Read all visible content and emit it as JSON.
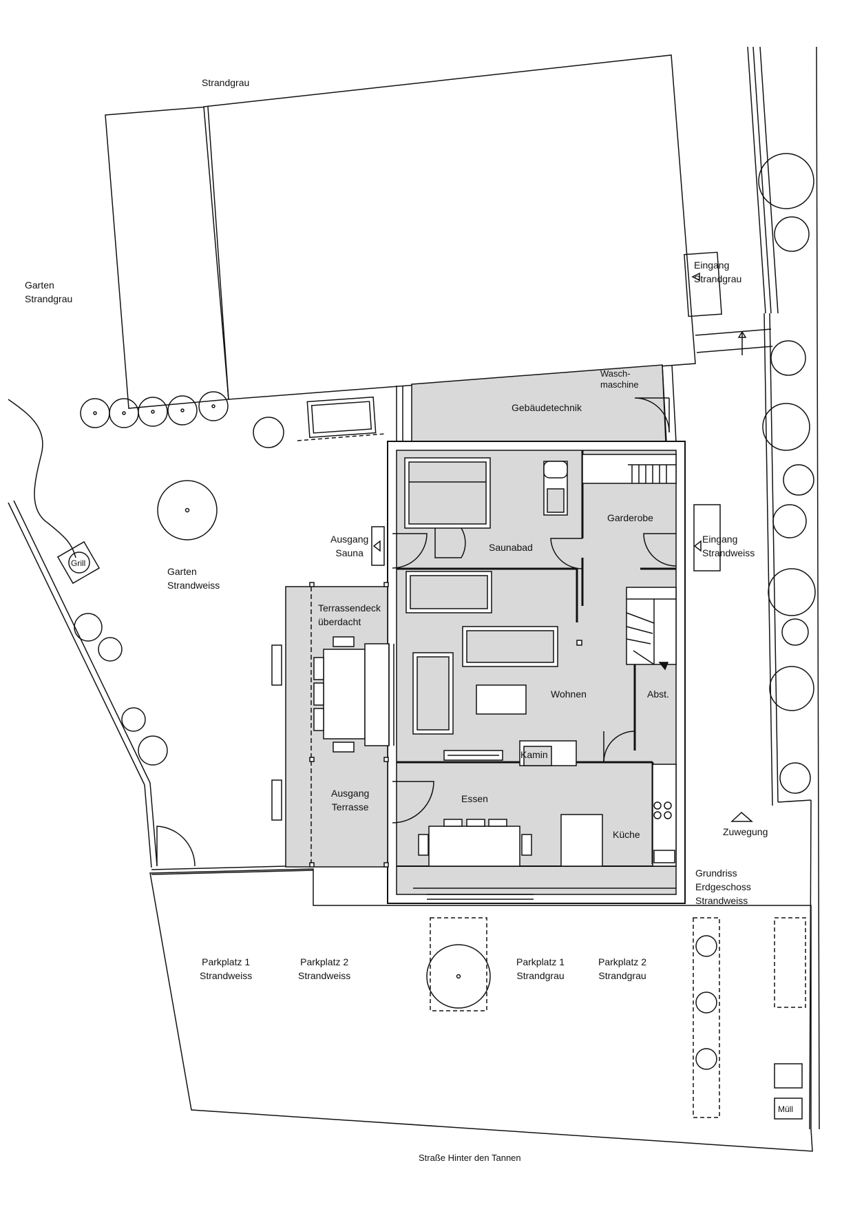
{
  "plan": {
    "title": [
      "Grundriss",
      "Erdgeschoss",
      "Strandweiss"
    ],
    "street": "Straße Hinter den Tannen",
    "neighbor": "Strandgrau",
    "garden_grau": [
      "Garten",
      "Strandgrau"
    ],
    "garden_weiss": [
      "Garten",
      "Strandweiss"
    ],
    "entrance_grau": [
      "Eingang",
      "Strandgrau"
    ],
    "entrance_weiss": [
      "Eingang",
      "Strandweiss"
    ],
    "exit_sauna": [
      "Ausgang",
      "Sauna"
    ],
    "exit_terrace": [
      "Ausgang",
      "Terrasse"
    ],
    "terrace": [
      "Terrassendeck",
      "überdacht"
    ],
    "rooms": {
      "gebaeudetechnik": "Gebäudetechnik",
      "waschmaschine": [
        "Wasch-",
        "maschine"
      ],
      "saunabad": "Saunabad",
      "garderobe": "Garderobe",
      "wohnen": "Wohnen",
      "abst": "Abst.",
      "kamin": "Kamin",
      "essen": "Essen",
      "kueche": "Küche"
    },
    "grill": "Grill",
    "zuwegung": "Zuwegung",
    "muell": "Müll",
    "parking": [
      [
        "Parkplatz 1",
        "Strandweiss"
      ],
      [
        "Parkplatz 2",
        "Strandweiss"
      ],
      [
        "Parkplatz 1",
        "Strandgrau"
      ],
      [
        "Parkplatz 2",
        "Strandgrau"
      ]
    ]
  },
  "colors": {
    "line": "#111111",
    "room_fill": "#d9d9d9",
    "background": "#ffffff"
  }
}
